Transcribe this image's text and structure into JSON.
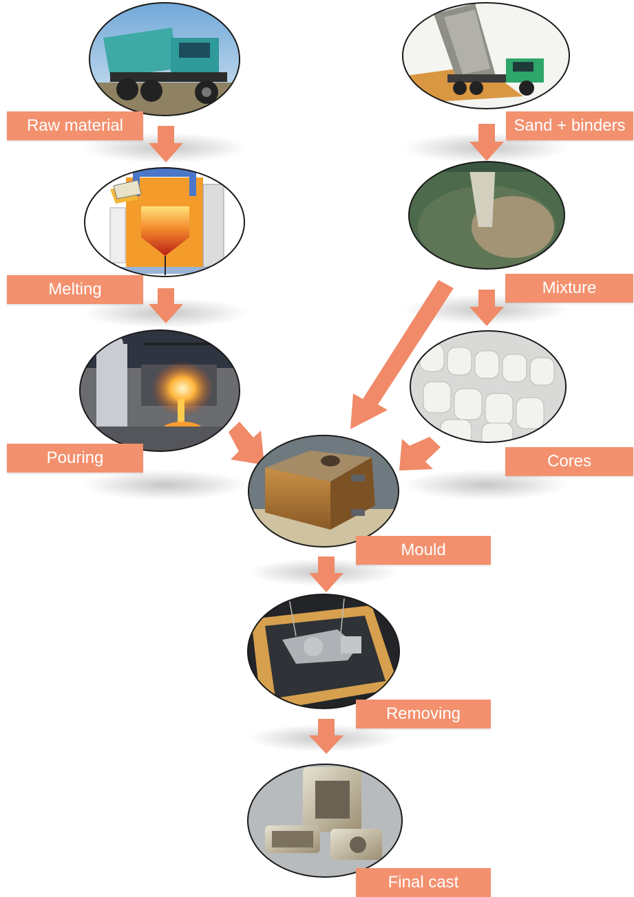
{
  "colors": {
    "arrow": "#f08a68",
    "label_bg": "#f3906e",
    "label_text": "#ffffff",
    "ellipse_stroke": "#1a1a1a"
  },
  "steps": {
    "raw_material": {
      "label": "Raw material",
      "image": "dump-truck-photo"
    },
    "sand_binders": {
      "label": "Sand + binders",
      "image": "tipping-truck-sand-photo"
    },
    "melting": {
      "label": "Melting",
      "image": "furnace-diagram"
    },
    "mixture": {
      "label": "Mixture",
      "image": "sand-mixer-photo"
    },
    "pouring": {
      "label": "Pouring",
      "image": "molten-metal-pouring-photo"
    },
    "cores": {
      "label": "Cores",
      "image": "sand-cores-photo"
    },
    "mould": {
      "label": "Mould",
      "image": "mould-box-photo"
    },
    "removing": {
      "label": "Removing",
      "image": "casting-removal-photo"
    },
    "final_cast": {
      "label": "Final cast",
      "image": "final-cast-parts-photo"
    }
  }
}
